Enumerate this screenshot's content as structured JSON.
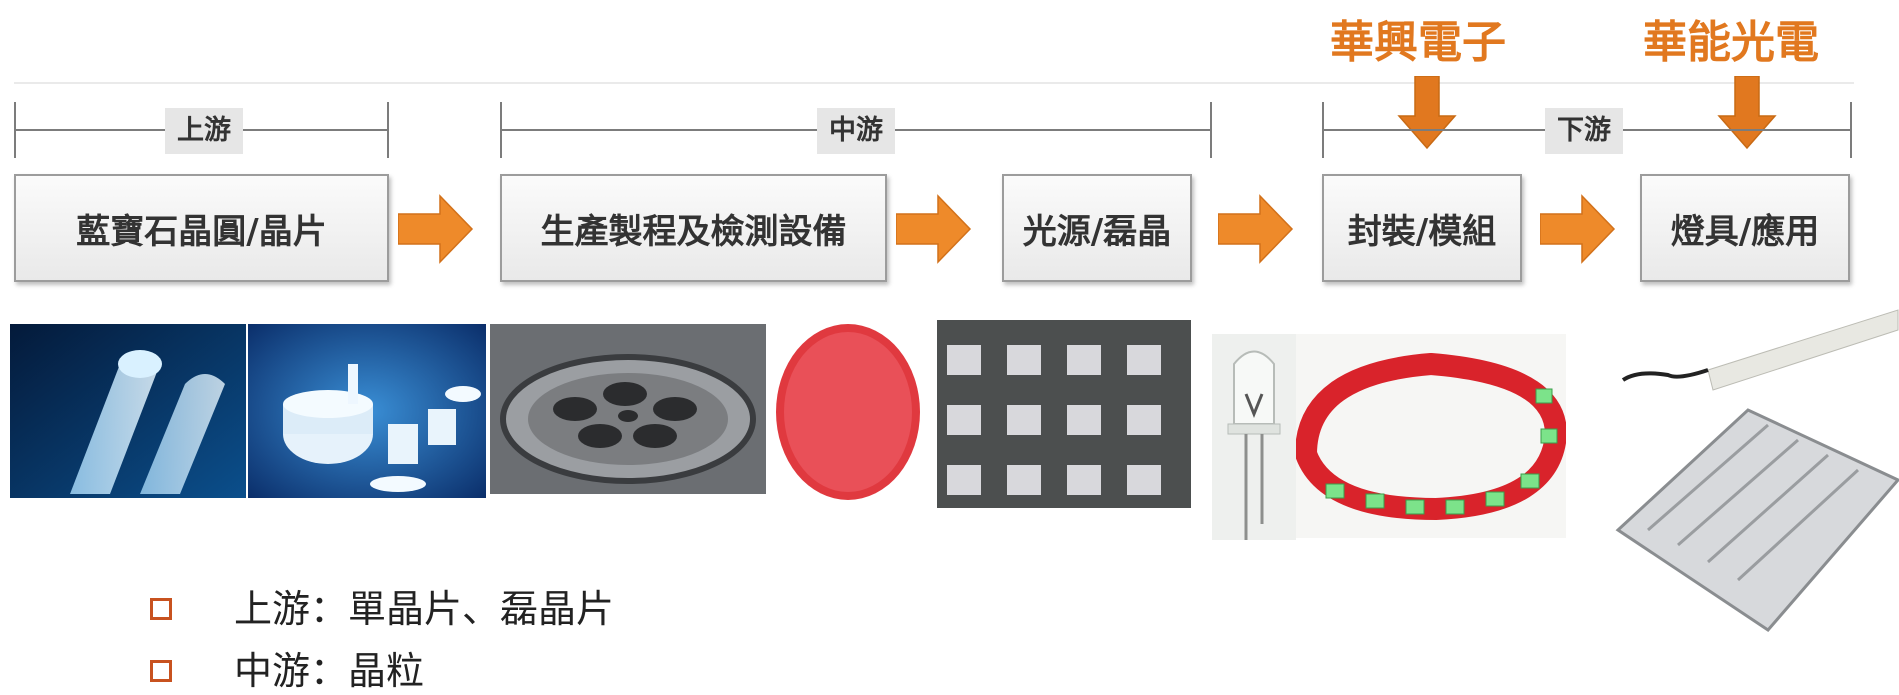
{
  "companies": {
    "left": "華興電子",
    "right": "華能光電"
  },
  "segments": {
    "upstream": "上游",
    "midstream": "中游",
    "downstream": "下游"
  },
  "stages": [
    "藍寶石晶圓/晶片",
    "生產製程及檢測設備",
    "光源/磊晶",
    "封裝/模組",
    "燈具/應用"
  ],
  "bullets": [
    "上游：單晶片、磊晶片",
    "中游：晶粒"
  ],
  "colors": {
    "accent": "#e1781f",
    "arrow": "#ee8a2a",
    "bullet_box": "#c8521f"
  },
  "icons": [
    "right-arrow-icon",
    "down-arrow-icon",
    "checkbox-square-icon"
  ]
}
